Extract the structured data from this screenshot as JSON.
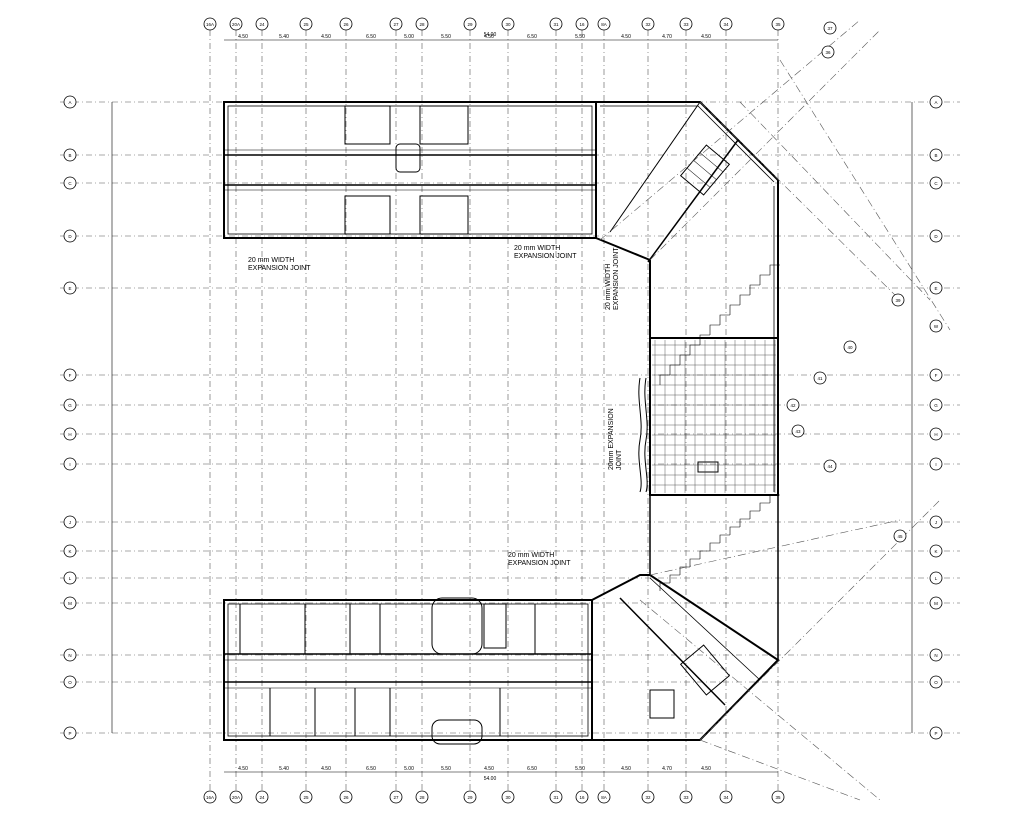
{
  "drawing": {
    "top_grid_labels": [
      "16A",
      "20A",
      "24",
      "25",
      "26",
      "27",
      "28",
      "29",
      "30",
      "31",
      "16",
      "8A",
      "32",
      "33",
      "34",
      "35"
    ],
    "bottom_grid_labels": [
      "16A",
      "20A",
      "24",
      "25",
      "26",
      "27",
      "28",
      "29",
      "30",
      "31",
      "16",
      "8A",
      "32",
      "33",
      "34",
      "35"
    ],
    "left_row_labels": [
      "A",
      "B",
      "C",
      "D",
      "E",
      "F",
      "G",
      "H",
      "I",
      "J",
      "K",
      "L",
      "M",
      "N",
      "O",
      "P"
    ],
    "right_row_labels": [
      "A",
      "B",
      "C",
      "D",
      "E",
      "W",
      "F",
      "G",
      "H",
      "I",
      "J",
      "K",
      "L",
      "M",
      "N",
      "O",
      "P"
    ],
    "top_dims": [
      "4.50",
      "5.40",
      "4.50",
      "6.50",
      "5.00",
      "5.50",
      "4.50",
      "6.50",
      "5.50",
      "4.50",
      "4.70",
      "4.50"
    ],
    "bottom_dims": [
      "4.50",
      "5.40",
      "4.50",
      "6.50",
      "5.00",
      "5.50",
      "4.50",
      "6.50",
      "5.50",
      "4.50",
      "4.70",
      "4.50"
    ],
    "top_total_dim": "54.00",
    "bottom_total_dim": "54.00",
    "right_bubbles": [
      "37",
      "36",
      "39",
      "40",
      "41",
      "42",
      "43",
      "44",
      "45"
    ],
    "expansion_joints": {
      "upper_left": "20 mm WIDTH\nEXPANSION JOINT",
      "upper_right": "20 mm WIDTH\nEXPANSION JOINT",
      "vertical_right": "20 mm WIDTH\nEXPANSION JOINT",
      "vertical_mid": "20 mm EXPANSION\nJOINT",
      "lower": "20 mm WIDTH\nEXPANSION JOINT"
    },
    "expansion_text_lines": {
      "upper_left": [
        "20 mm WIDTH",
        "EXPANSION JOINT"
      ],
      "upper_right": [
        "20 mm WIDTH",
        "EXPANSION JOINT"
      ],
      "vertical_right": [
        "20 mm WIDTH",
        "EXPANSION JOINT"
      ],
      "vertical_mid": [
        "20mm EXPANSION",
        "JOINT"
      ],
      "lower": [
        "20 mm WIDTH",
        "EXPANSION JOINT"
      ]
    },
    "colors": {
      "line": "#000000",
      "grid": "#444444",
      "background": "#ffffff"
    }
  }
}
